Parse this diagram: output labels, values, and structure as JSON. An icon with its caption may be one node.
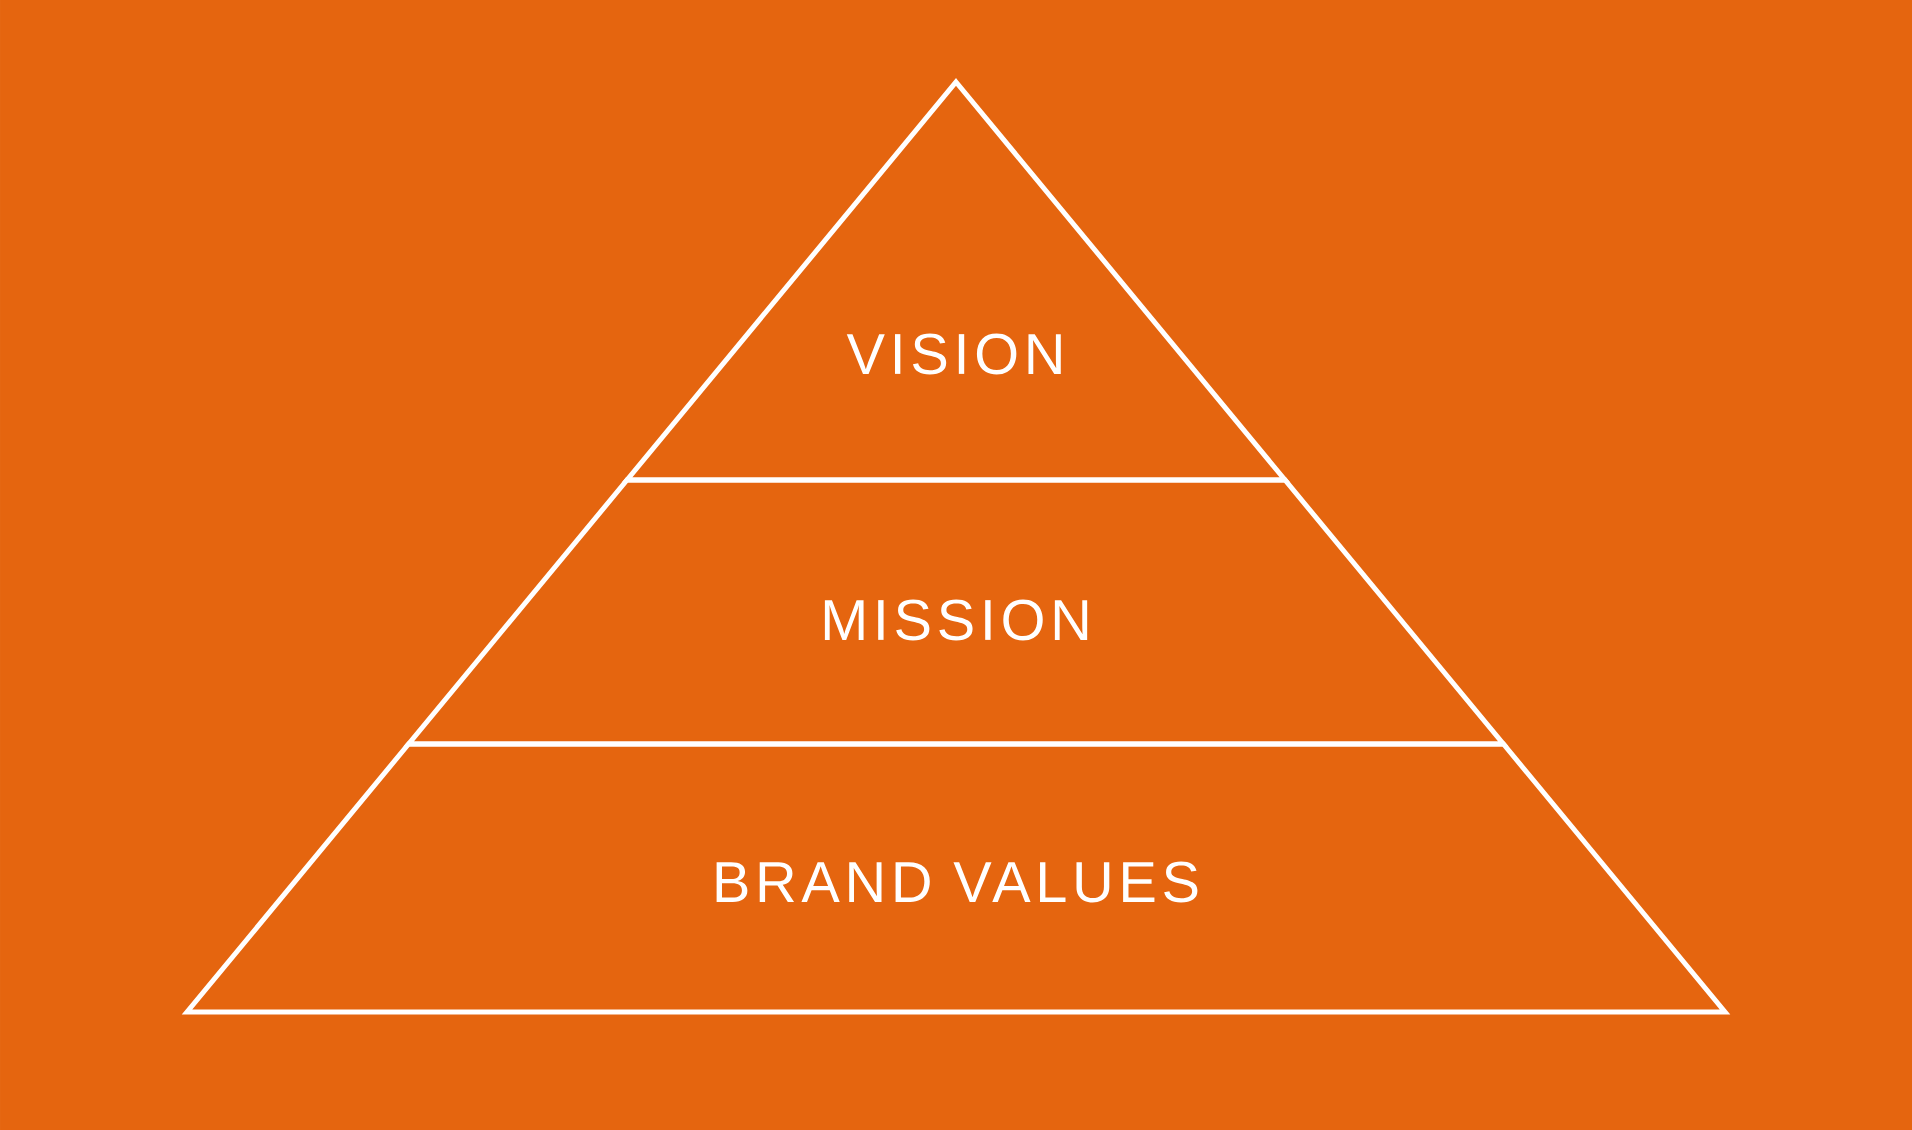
{
  "diagram": {
    "nodes": [
      {
        "text": [
          "VISION"
        ]
      },
      {
        "text": [
          "MISSION"
        ]
      },
      {
        "text": [
          "BRAND VALUES"
        ]
      }
    ]
  }
}
